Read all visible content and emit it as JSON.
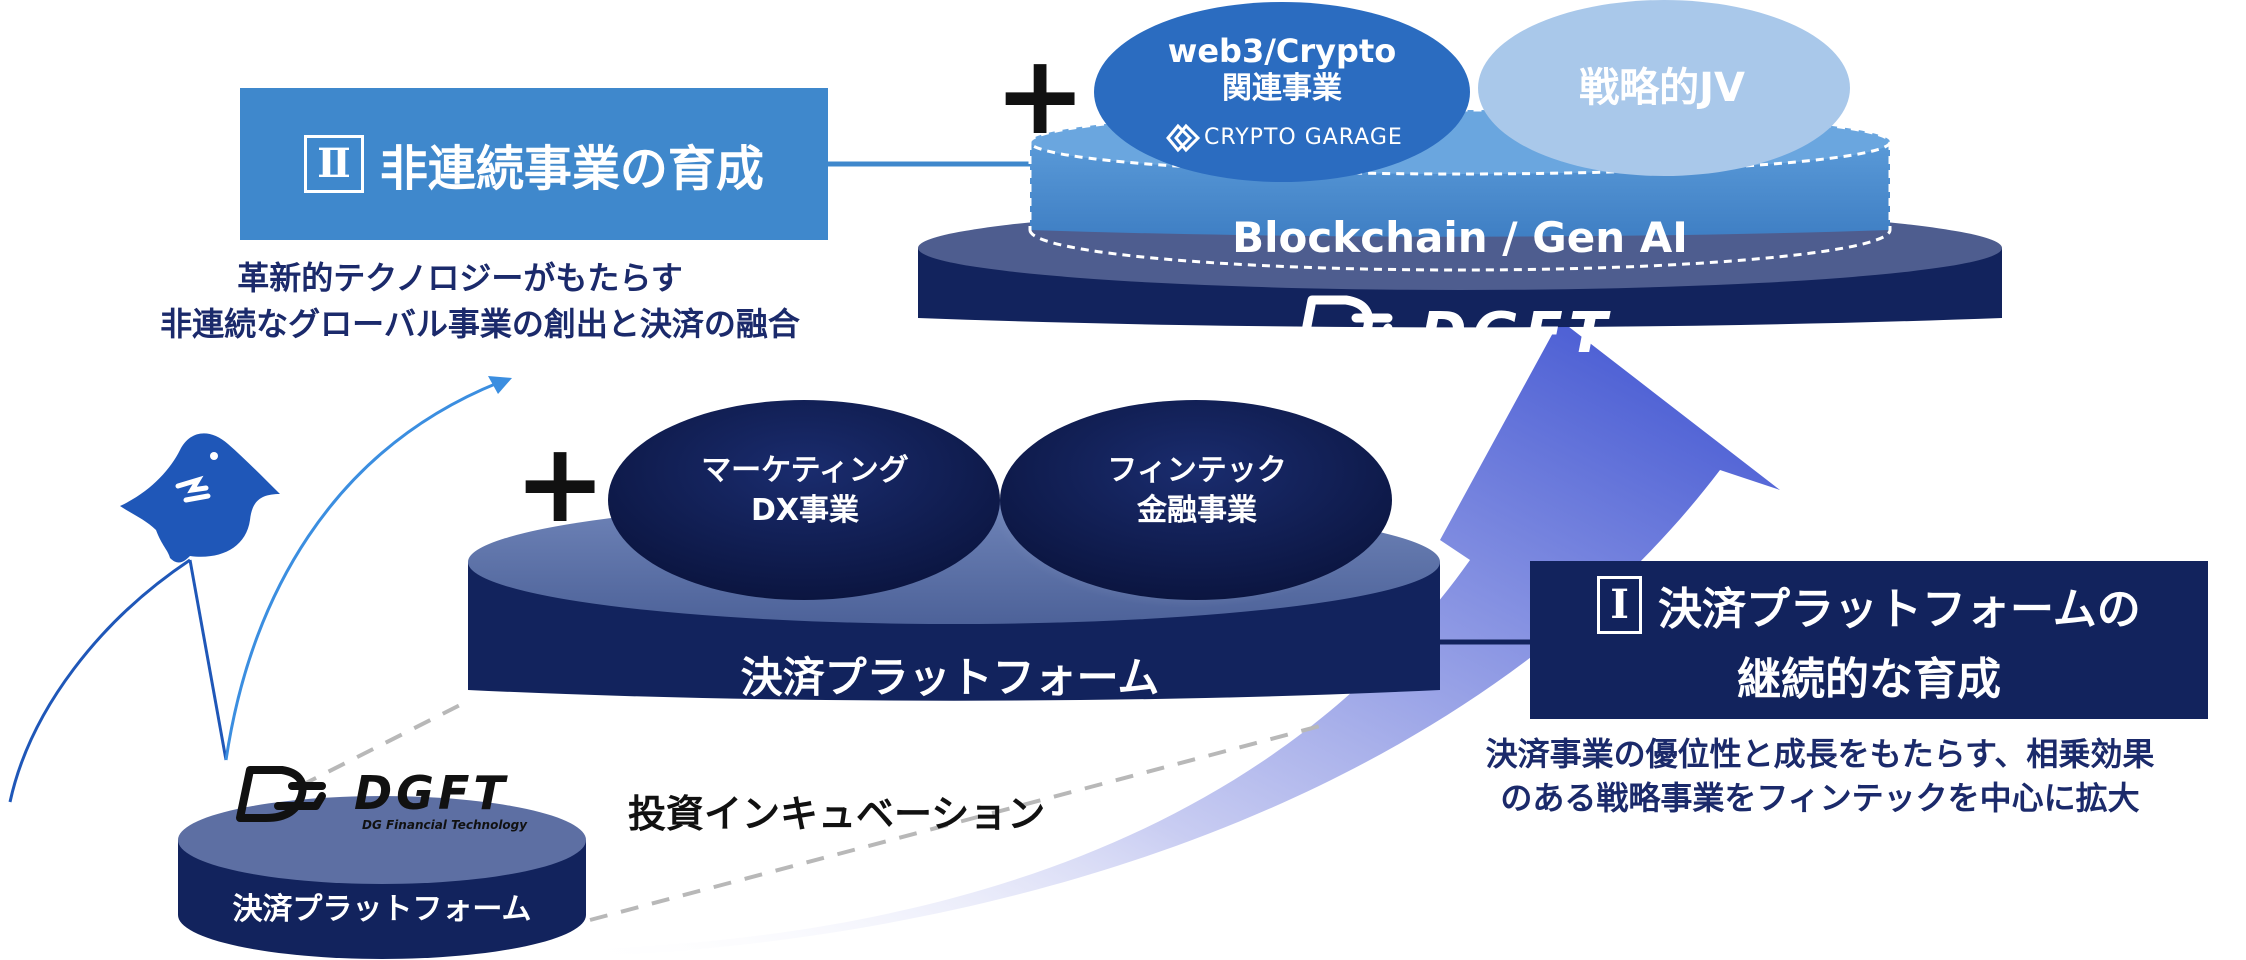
{
  "top_section": {
    "roman_numeral": "Ⅱ",
    "title": "非連続事業の育成",
    "subtitle_line1": "革新的テクノロジーがもたらす",
    "subtitle_line2": "非連続なグローバル事業の創出と決済の融合"
  },
  "upper_platform": {
    "layer_label": "Blockchain / Gen AI",
    "brand": "DGFT",
    "plus_sign": "+",
    "bubbles": [
      {
        "line1": "web3/Crypto",
        "line2": "関連事業",
        "sub_logo": "CRYPTO GARAGE"
      },
      {
        "line1": "戦略的JV"
      }
    ]
  },
  "middle_platform": {
    "label": "決済プラットフォーム",
    "plus_sign": "+",
    "bubbles": [
      {
        "line1": "マーケティング",
        "line2": "DX事業"
      },
      {
        "line1": "フィンテック",
        "line2": "金融事業"
      }
    ]
  },
  "bottom_platform": {
    "brand": "DGFT",
    "brand_sub": "DG Financial Technology",
    "label": "決済プラットフォーム"
  },
  "investment_label": "投資インキュベーション",
  "right_section": {
    "roman_numeral": "Ⅰ",
    "title_line1": "決済プラットフォームの",
    "title_line2": "継続的な育成",
    "subtitle_line1": "決済事業の優位性と成長をもたらす、相乗効果",
    "subtitle_line2": "のある戦略事業をフィンテックを中心に拡大"
  },
  "colors": {
    "navy": "#12235d",
    "mid_blue": "#3f88cc",
    "light_blue": "#a9c8ea",
    "text_navy": "#1b2a6b"
  }
}
